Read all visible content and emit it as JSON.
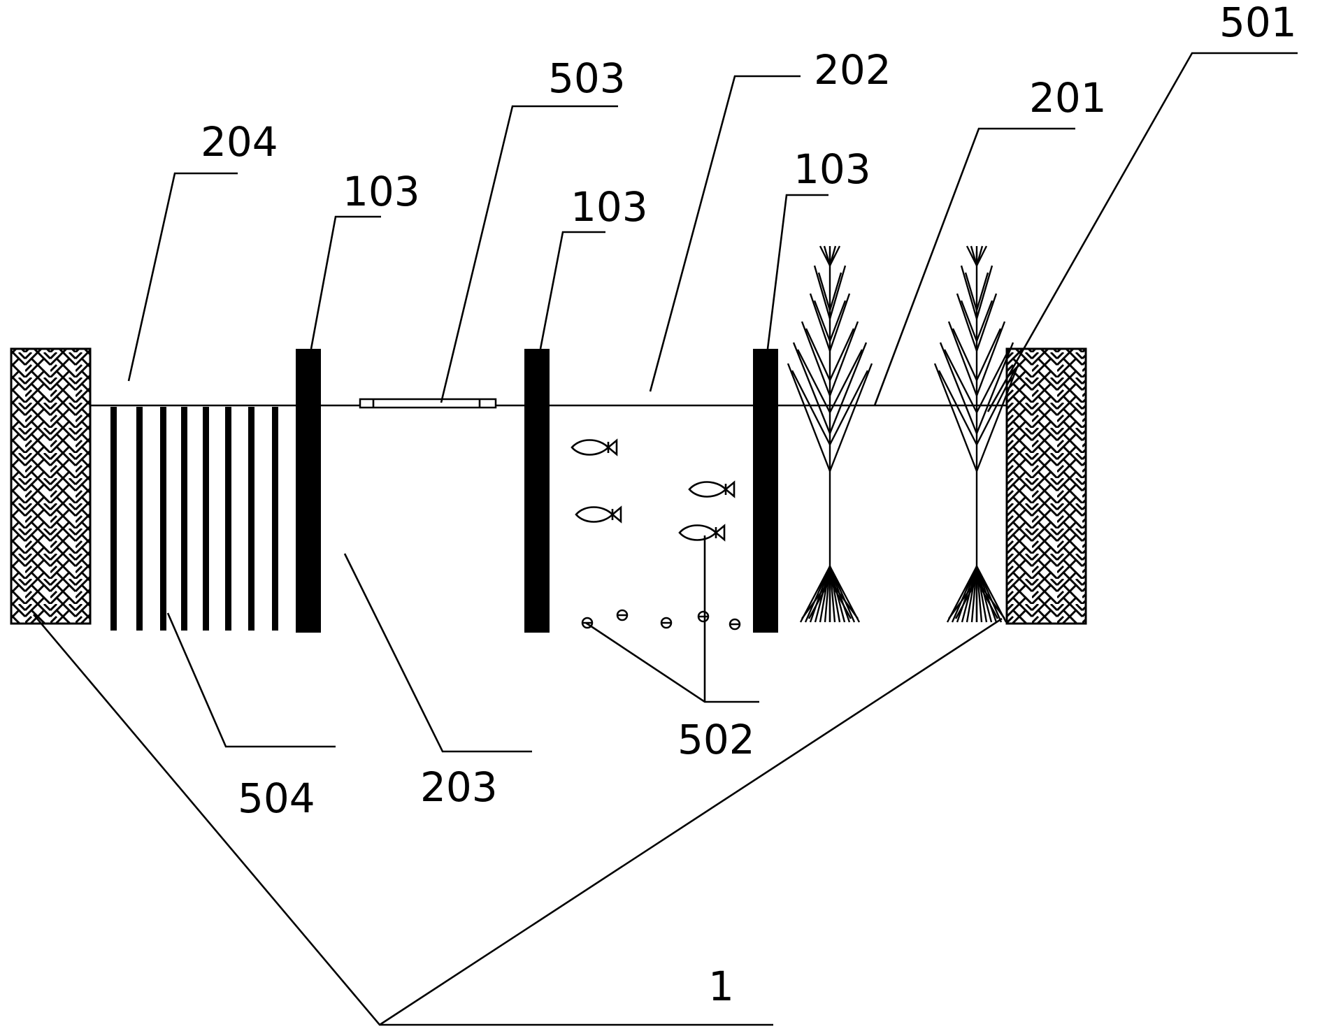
{
  "labels": {
    "l501": "501",
    "l503": "503",
    "l202": "202",
    "l201": "201",
    "l204": "204",
    "l103a": "103",
    "l103b": "103",
    "l103c": "103",
    "l502": "502",
    "l504": "504",
    "l203": "203",
    "l1": "1"
  },
  "colors": {
    "ink": "#000000",
    "background": "#ffffff"
  }
}
